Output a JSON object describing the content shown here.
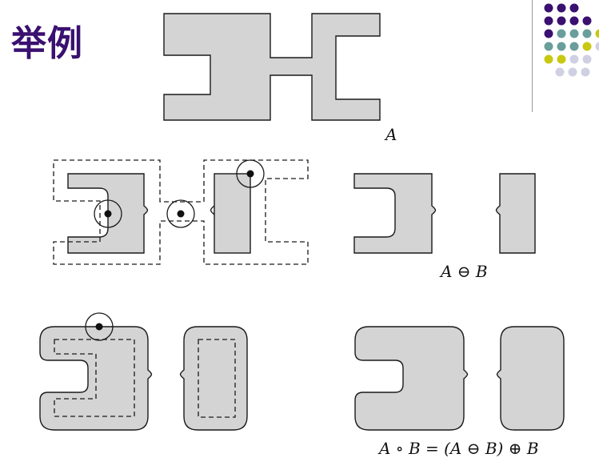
{
  "title": "举例",
  "labels": {
    "original": "A",
    "erosion": "A ⊖ B",
    "opening": "A ∘ B = (A ⊖ B) ⊕ B"
  },
  "colors": {
    "shape_fill": "#d4d4d4",
    "title": "#3a1070",
    "dot_purple": "#3a1070",
    "dot_teal": "#6a9e9a",
    "dot_yellow": "#c8c812",
    "dot_lavender": "#d0d0e4"
  }
}
